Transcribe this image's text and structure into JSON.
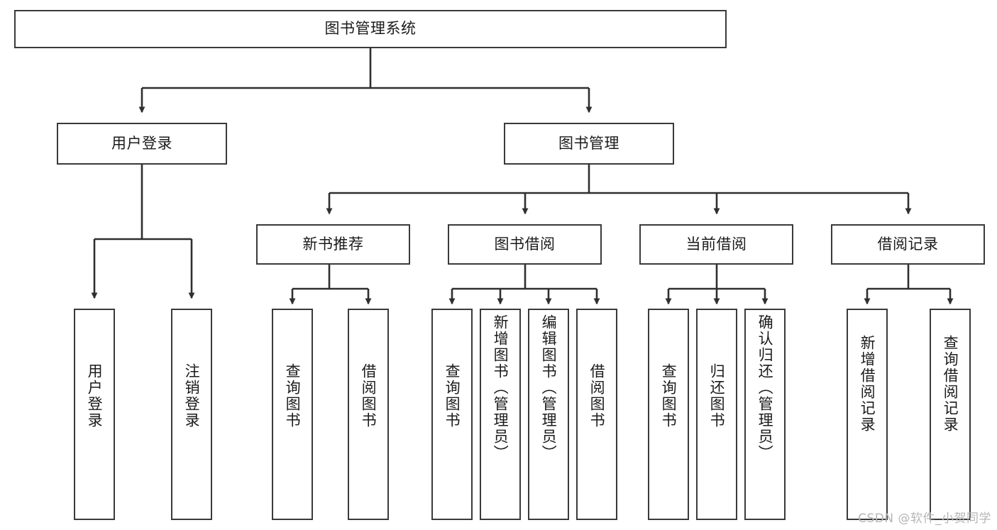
{
  "diagram": {
    "title": "图书管理系统",
    "type": "hierarchy-tree",
    "watermark": "CSDN @软件_小贺同学",
    "colors": {
      "box_border": "#3a3a3a",
      "box_fill": "#ffffff",
      "connector": "#2f2f2f",
      "text": "#1b1b1b",
      "watermark": "#b6b6b6"
    },
    "levels": [
      {
        "level": 1,
        "nodes": [
          {
            "id": "root",
            "label": "图书管理系统",
            "orientation": "horizontal"
          }
        ]
      },
      {
        "level": 2,
        "nodes": [
          {
            "id": "user-login",
            "label": "用户登录",
            "orientation": "horizontal",
            "parent": "root"
          },
          {
            "id": "book-manage",
            "label": "图书管理",
            "orientation": "horizontal",
            "parent": "root"
          }
        ]
      },
      {
        "level": 3,
        "nodes": [
          {
            "id": "new-book-rec",
            "label": "新书推荐",
            "orientation": "horizontal",
            "parent": "book-manage"
          },
          {
            "id": "book-borrow",
            "label": "图书借阅",
            "orientation": "horizontal",
            "parent": "book-manage"
          },
          {
            "id": "current-borrow",
            "label": "当前借阅",
            "orientation": "horizontal",
            "parent": "book-manage"
          },
          {
            "id": "borrow-record",
            "label": "借阅记录",
            "orientation": "horizontal",
            "parent": "book-manage"
          }
        ]
      },
      {
        "level": 4,
        "nodes": [
          {
            "id": "leaf-user-login",
            "label": "用户登录",
            "orientation": "vertical",
            "parent": "user-login"
          },
          {
            "id": "leaf-logout",
            "label": "注销登录",
            "orientation": "vertical",
            "parent": "user-login"
          },
          {
            "id": "leaf-query-book-1",
            "label": "查询图书",
            "orientation": "vertical",
            "parent": "new-book-rec"
          },
          {
            "id": "leaf-borrow-book-1",
            "label": "借阅图书",
            "orientation": "vertical",
            "parent": "new-book-rec"
          },
          {
            "id": "leaf-query-book-2",
            "label": "查询图书",
            "orientation": "vertical",
            "parent": "book-borrow"
          },
          {
            "id": "leaf-add-book",
            "label": "新增图书（管理员）",
            "orientation": "vertical",
            "parent": "book-borrow"
          },
          {
            "id": "leaf-edit-book",
            "label": "编辑图书（管理员）",
            "orientation": "vertical",
            "parent": "book-borrow"
          },
          {
            "id": "leaf-borrow-book-2",
            "label": "借阅图书",
            "orientation": "vertical",
            "parent": "book-borrow"
          },
          {
            "id": "leaf-query-book-3",
            "label": "查询图书",
            "orientation": "vertical",
            "parent": "current-borrow"
          },
          {
            "id": "leaf-return-book",
            "label": "归还图书",
            "orientation": "vertical",
            "parent": "current-borrow"
          },
          {
            "id": "leaf-confirm-return",
            "label": "确认归还（管理员）",
            "orientation": "vertical",
            "parent": "current-borrow"
          },
          {
            "id": "leaf-add-record",
            "label": "新增借阅记录",
            "orientation": "vertical",
            "parent": "borrow-record"
          },
          {
            "id": "leaf-query-record",
            "label": "查询借阅记录",
            "orientation": "vertical",
            "parent": "borrow-record"
          }
        ]
      }
    ]
  }
}
